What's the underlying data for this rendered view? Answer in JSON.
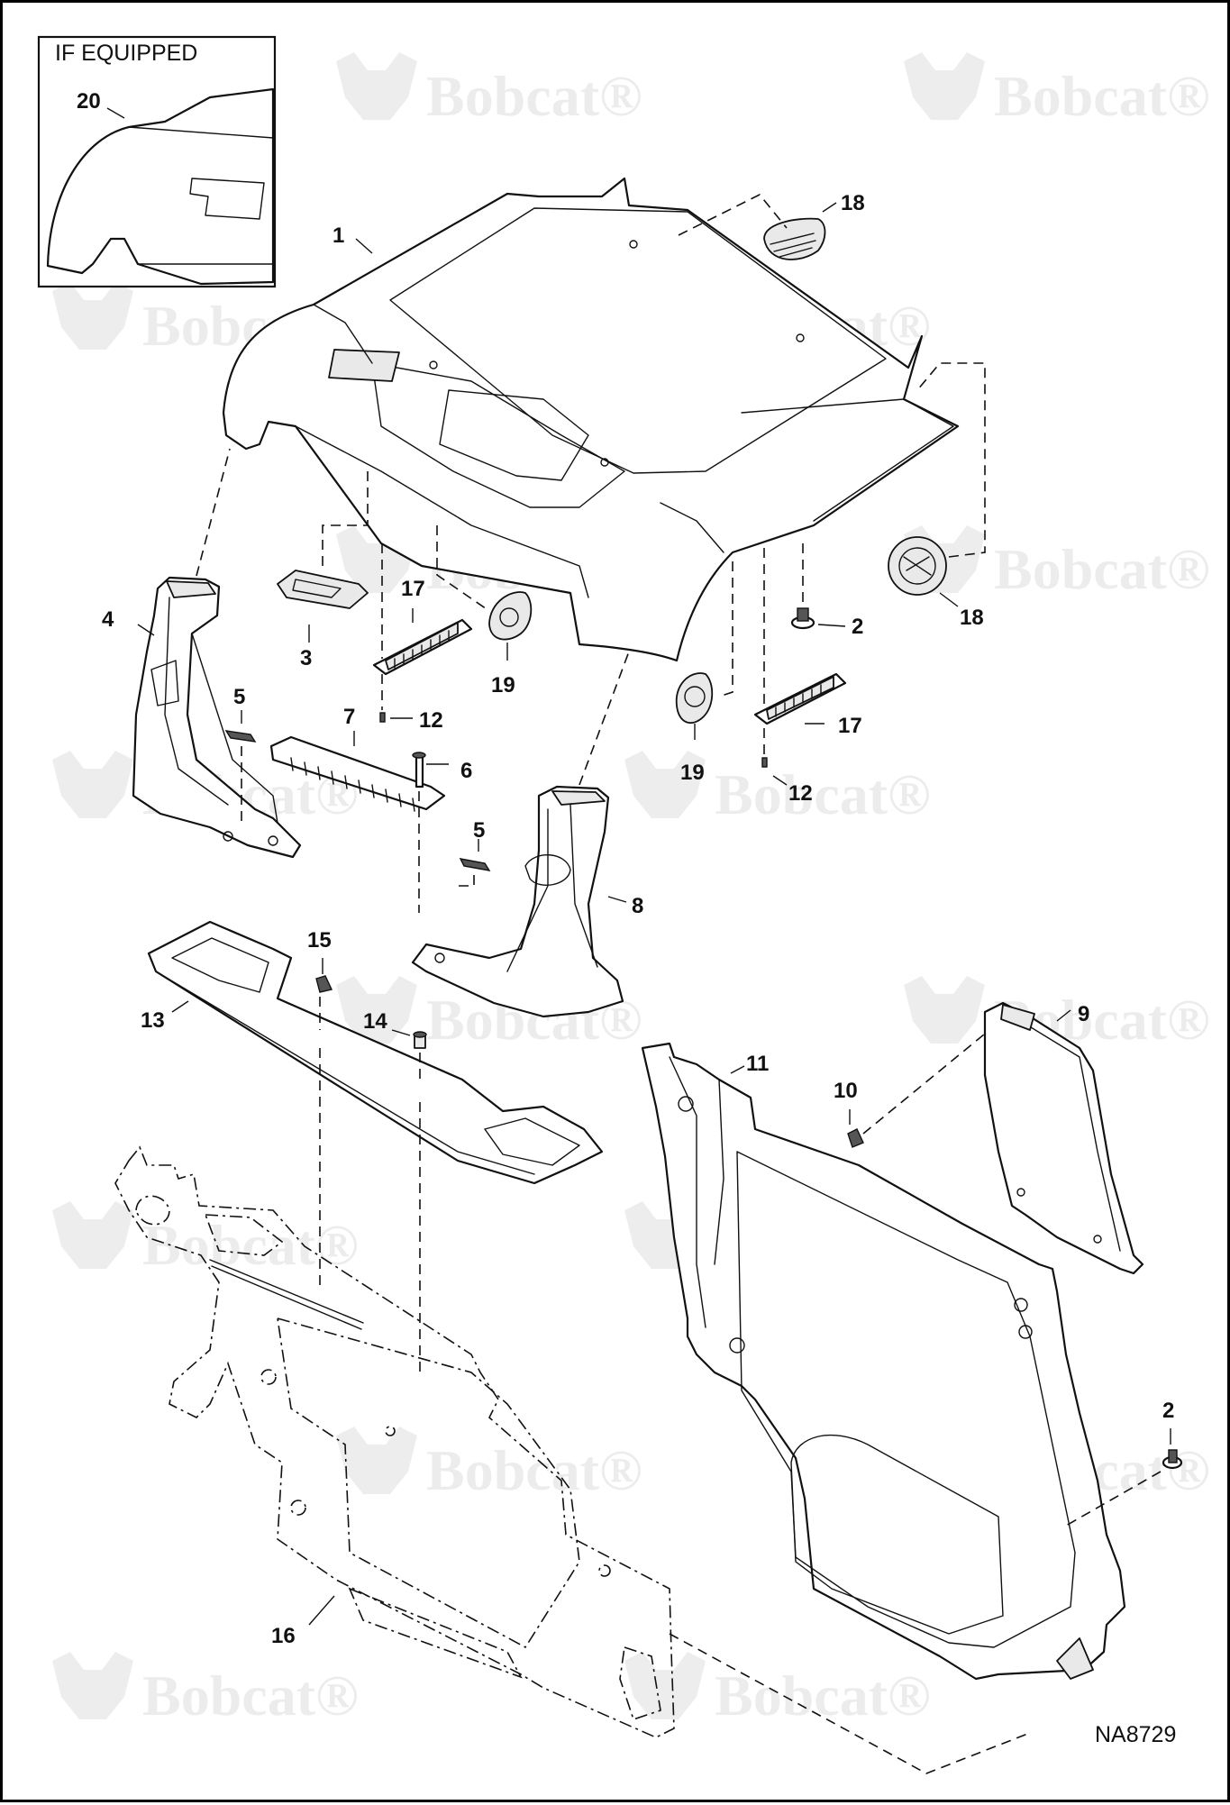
{
  "inset": {
    "title": "IF EQUIPPED",
    "callout": "20"
  },
  "drawing_number": "NA8729",
  "watermark": {
    "brand": "Bobcat",
    "mark": "®",
    "logo_icon": "bobcat-head-logo"
  },
  "callouts": {
    "c1": "1",
    "c2a": "2",
    "c2b": "2",
    "c3": "3",
    "c4": "4",
    "c5a": "5",
    "c5b": "5",
    "c6": "6",
    "c7": "7",
    "c8": "8",
    "c9": "9",
    "c10": "10",
    "c11": "11",
    "c12a": "12",
    "c12b": "12",
    "c13": "13",
    "c14": "14",
    "c15": "15",
    "c16": "16",
    "c17a": "17",
    "c17b": "17",
    "c18a": "18",
    "c18b": "18",
    "c19a": "19",
    "c19b": "19"
  }
}
